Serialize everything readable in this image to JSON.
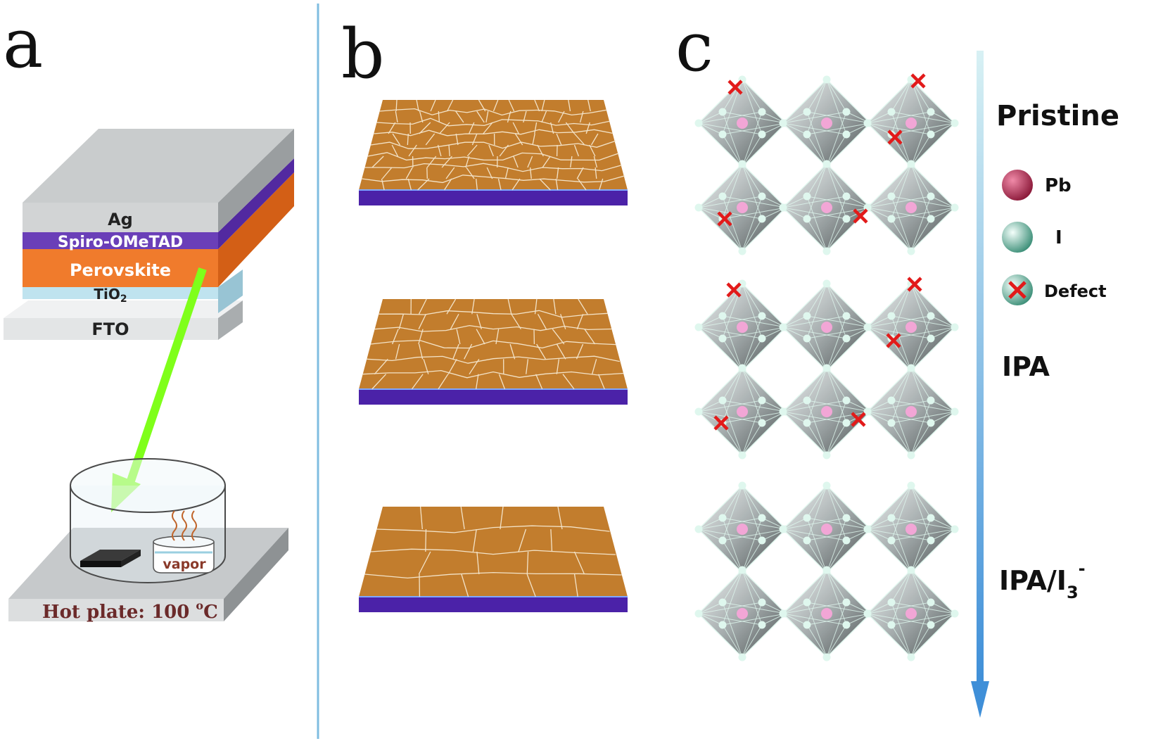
{
  "panels": {
    "a": "a",
    "b": "b",
    "c": "c"
  },
  "device_layers": {
    "ag": "Ag",
    "spiro": "Spiro-OMeTAD",
    "perovskite": "Perovskite",
    "tio2_base": "TiO",
    "tio2_sub": "2",
    "fto": "FTO"
  },
  "treatment": {
    "vapor": "vapor",
    "hot_plate_base": "Hot plate: 100 ",
    "hot_plate_sup": "o",
    "hot_plate_unit": "C"
  },
  "legend": {
    "pristine": "Pristine",
    "pb": "Pb",
    "i": "I",
    "defect": "Defect",
    "ipa": "IPA",
    "ipa_i3_base": "IPA/I",
    "ipa_i3_sub": "3",
    "ipa_i3_sup": "-"
  },
  "colors": {
    "ag": "#c9cccd",
    "spiro": "#6a3fb8",
    "perovskite": "#f07b2c",
    "tio2": "#bfe3ef",
    "fto": "#e3e5e6",
    "film": "#c27d2d",
    "film_base": "#4b22a8",
    "arrow_green": "#7fff1a",
    "divider": "#7fbde0",
    "pb": "#c0395a",
    "i_atom": "#bff0d8",
    "defect": "#e21a1a"
  }
}
